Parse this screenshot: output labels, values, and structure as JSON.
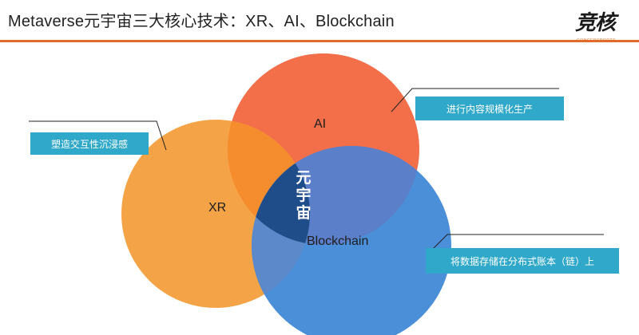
{
  "header": {
    "title": "Metaverse元宇宙三大核心技术：XR、AI、Blockchain",
    "logo_text": "竞核",
    "logo_sub": "CONCEPSPORTS"
  },
  "diagram": {
    "circles": {
      "ai": {
        "label": "AI",
        "color": "#f36f4a"
      },
      "xr": {
        "label": "XR",
        "color": "#f5a347"
      },
      "blockchain": {
        "label": "Blockchain",
        "color": "#4a8fd8"
      }
    },
    "center": {
      "label": "元宇宙",
      "color": "#1f4d8a"
    },
    "callouts": {
      "xr": "塑造交互性沉浸感",
      "ai": "进行内容规模化生产",
      "blockchain": "将数据存储在分布式账本（链）上"
    },
    "callout_color": "#2fa8c9",
    "accent_color": "#e36b2a"
  }
}
